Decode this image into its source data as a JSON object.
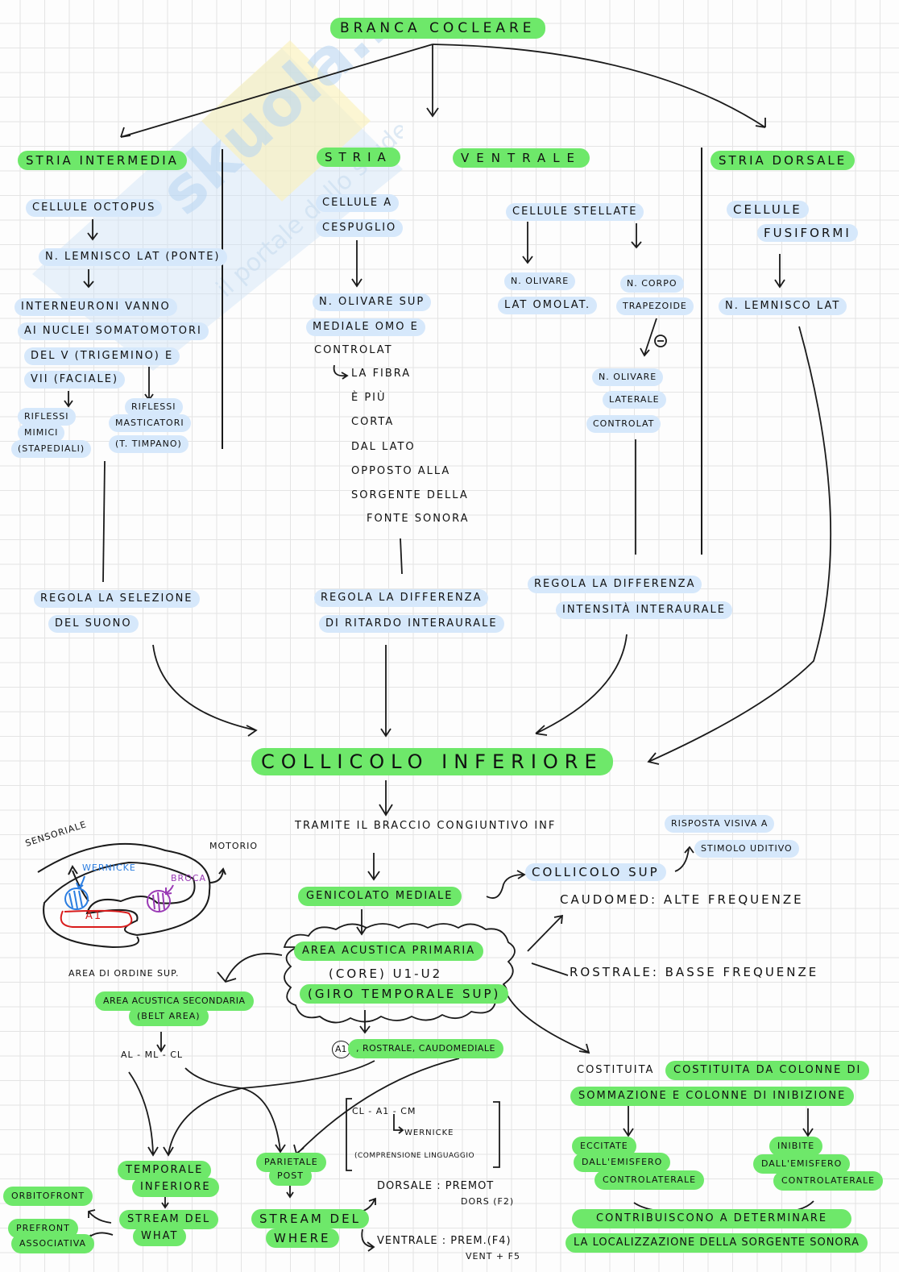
{
  "watermark": {
    "brand": "skuola.net",
    "tagline": "il portale dello studente"
  },
  "colors": {
    "green_highlight": "#6ee86a",
    "blue_highlight": "#d6e8fb",
    "wernicke": "#2a7de1",
    "broca": "#9a3ab5",
    "a1": "#d91c1c"
  },
  "title": "BRANCA COCLEARE",
  "branches": {
    "intermedia": {
      "heading": "STRIA INTERMEDIA",
      "cells": "CELLULE OCTOPUS",
      "nucleus": "N. LEMNISCO LAT (PONTE)",
      "lines": [
        "INTERNEURONI VANNO",
        "AI NUCLEI SOMATOMOTORI",
        "DEL V (TRIGEMINO) E",
        "VII (FACIALE)"
      ],
      "reflex_left": [
        "RIFLESSI",
        "MIMICI",
        "(STAPEDIALI)"
      ],
      "reflex_right": [
        "RIFLESSI",
        "MASTICATORI",
        "(T. TIMPANO)"
      ],
      "function": [
        "REGOLA LA SELEZIONE",
        "DEL SUONO"
      ]
    },
    "ventrale": {
      "heading_left": "STRIA",
      "heading_right": "VENTRALE",
      "bushy": {
        "cells": [
          "CELLULE A",
          "CESPUGLIO"
        ],
        "nucleus": [
          "N. OLIVARE SUP",
          "MEDIALE OMO E",
          "CONTROLAT"
        ],
        "note": [
          "LA FIBRA",
          "È PIÙ",
          "CORTA",
          "DAL LATO",
          "OPPOSTO ALLA",
          "SORGENTE DELLA",
          "FONTE SONORA"
        ],
        "function": [
          "REGOLA LA DIFFERENZA",
          "DI RITARDO INTERAURALE"
        ]
      },
      "stellate": {
        "cells": "CELLULE STELLATE",
        "olive": [
          "N. OLIVARE",
          "LAT OMOLAT."
        ],
        "trapezoid": [
          "N. CORPO",
          "TRAPEZOIDE"
        ],
        "inhibit_sign": "⊖",
        "lateral_olive": [
          "N. OLIVARE",
          "LATERALE",
          "CONTROLAT"
        ],
        "function": [
          "REGOLA LA DIFFERENZA",
          "INTENSITÀ INTERAURALE"
        ]
      }
    },
    "dorsale": {
      "heading": "STRIA DORSALE",
      "cells": [
        "CELLULE",
        "FUSIFORMI"
      ],
      "nucleus": "N. LEMNISCO LAT"
    }
  },
  "collicolo": "COLLICOLO INFERIORE",
  "pathway": {
    "via": "TRAMITE IL BRACCIO CONGIUNTIVO INF",
    "genicolato": "GENICOLATO MEDIALE",
    "collicolo_sup": "COLLICOLO SUP",
    "visual_response": [
      "RISPOSTA VISIVA A",
      "STIMOLO UDITIVO"
    ],
    "caudomed": "CAUDOMED: ALTE FREQUENZE",
    "rostrale": "ROSTRALE: BASSE FREQUENZE",
    "primary_area": [
      "AREA ACUSTICA PRIMARIA",
      "(CORE) U1-U2",
      "(GIRO TEMPORALE SUP)"
    ],
    "a1_label": "A1",
    "a1_line": ", ROSTRALE, CAUDOMEDIALE",
    "higher_order": "AREA DI ORDINE SUP.",
    "secondary_area": [
      "AREA ACUSTICA SECONDARIA",
      "(BELT AREA)"
    ],
    "belt_fields": "AL - ML - CL",
    "columns": [
      "COSTITUITA DA COLONNE DI",
      "SOMMAZIONE E COLONNE DI INIBIZIONE"
    ],
    "excited": [
      "ECCITATE",
      "DALL'EMISFERO",
      "CONTROLATERALE"
    ],
    "inhibited": [
      "INIBITE",
      "DALL'EMISFERO",
      "CONTROLATERALE"
    ],
    "localization": [
      "CONTRIBUISCONO A DETERMINARE",
      "LA LOCALIZZAZIONE DELLA SORGENTE SONORA"
    ],
    "temporal": [
      "TEMPORALE",
      "INFERIORE"
    ],
    "what_stream": [
      "STREAM DEL",
      "WHAT"
    ],
    "orbitofront": "ORBITOFRONT",
    "prefront": [
      "PREFRONT",
      "ASSOCIATIVA"
    ],
    "parietal": [
      "PARIETALE",
      "POST"
    ],
    "where_stream": [
      "STREAM DEL",
      "WHERE"
    ],
    "wernicke_box": [
      "CL - A1 - CM",
      "WERNICKE",
      "(COMPRENSIONE LINGUAGGIO"
    ],
    "dorsal": [
      "DORSALE : PREMOT",
      "DORS (F2)"
    ],
    "ventral": [
      "VENTRALE : PREM.(F4)",
      "VENT + F5"
    ]
  },
  "brain": {
    "sensory": "SENSORIALE",
    "motor": "MOTORIO",
    "wernicke": "WERNICKE",
    "broca": "BROCA",
    "a1": "A1"
  }
}
